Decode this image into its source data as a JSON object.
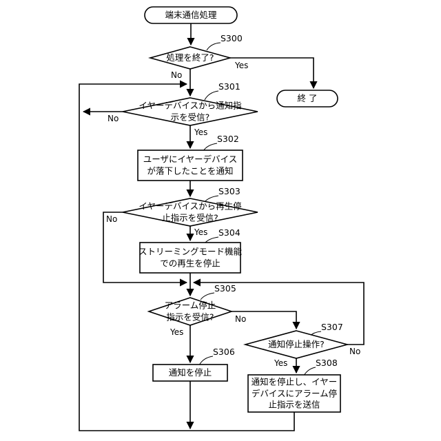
{
  "flowchart": {
    "start": {
      "label": "端末通信処理"
    },
    "end": {
      "label": "終 了"
    },
    "steps": {
      "s300": {
        "id": "S300",
        "label": "処理を終了?",
        "yes": "Yes",
        "no": "No"
      },
      "s301": {
        "id": "S301",
        "label": "イヤーデバイスから通知指\n示を受信?",
        "yes": "Yes",
        "no": "No"
      },
      "s302": {
        "id": "S302",
        "label": "ユーザにイヤーデバイス\nが落下したことを通知"
      },
      "s303": {
        "id": "S303",
        "label": "イヤーデバイスから再生停\n止指示を受信?",
        "yes": "Yes",
        "no": "No"
      },
      "s304": {
        "id": "S304",
        "label": "ストリーミングモード機能\nでの再生を停止"
      },
      "s305": {
        "id": "S305",
        "label": "アラーム停止\n指示を受信?",
        "yes": "Yes",
        "no": "No"
      },
      "s306": {
        "id": "S306",
        "label": "通知を停止"
      },
      "s307": {
        "id": "S307",
        "label": "通知停止操作?",
        "yes": "Yes",
        "no": "No"
      },
      "s308": {
        "id": "S308",
        "label": "通知を停止し、イヤー\nデバイスにアラーム停\n止指示を送信"
      }
    }
  }
}
